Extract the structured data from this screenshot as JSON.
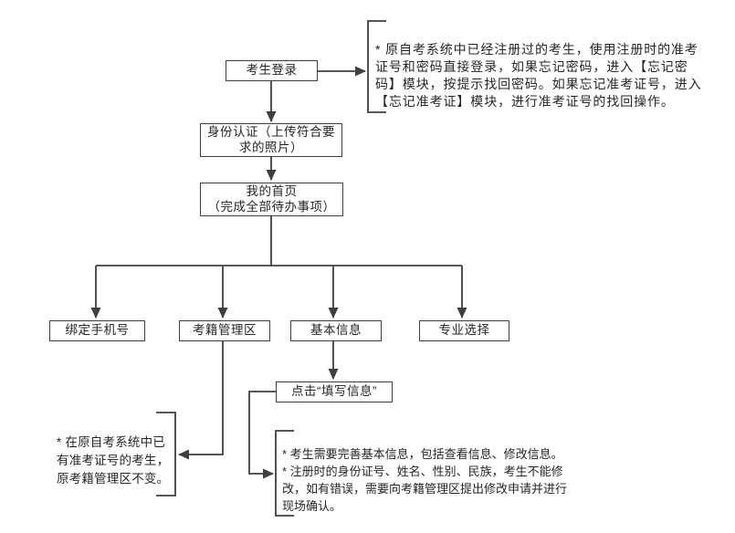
{
  "diagram": {
    "type": "flowchart",
    "colors": {
      "line": "#3f3f3f",
      "text": "#262626",
      "box_fill": "#ffffff",
      "page_bg": "#ffffff"
    },
    "nodes": {
      "login": "考生登录",
      "identity": "身份认证（上传符合要\n求的照片）",
      "home": "我的首页\n（完成全部待办事项）",
      "bind_phone": "绑定手机号",
      "registry": "考籍管理区",
      "basic_info": "基本信息",
      "major_select": "专业选择",
      "fill_info": "点击“填写信息”"
    },
    "notes": {
      "login_note": "* 原自考系统中已经注册过的考生，使用注册时的准考\n证号和密码直接登录，如果忘记密码，进入【忘记密\n码】模块，按提示找回密码。如果忘记准考证号，进入\n【忘记准考证】模块，进行准考证号的找回操作。",
      "registry_note": "* 在原自考系统中已\n有准考证号的考生，\n原考籍管理区不变。",
      "basic_info_note": "* 考生需要完善基本信息，包括查看信息、修改信息。\n* 注册时的身份证号、姓名、性别、民族，考生不能修\n改，如有错误，需要向考籍管理区提出修改申请并进行\n现场确认。"
    }
  }
}
